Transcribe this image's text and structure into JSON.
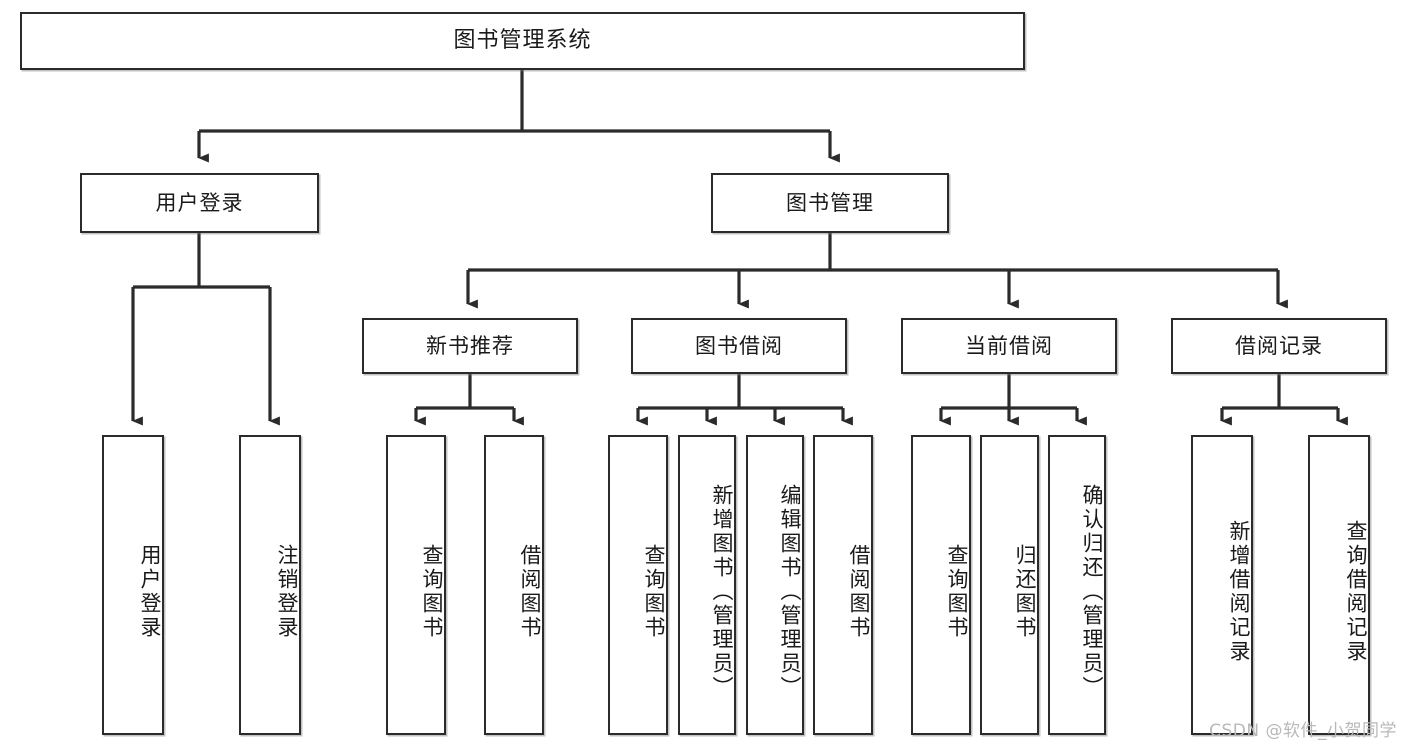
{
  "diagram": {
    "title": "图书管理系统",
    "watermark": "CSDN @软件_小贺同学",
    "stroke_color": "#2b2b2b",
    "fill_color": "#ffffff",
    "text_color": "#1a1a1a",
    "watermark_color": "#b9b9b9"
  },
  "nodes": {
    "root": {
      "label": "图书管理系统"
    },
    "level2": [
      {
        "id": "user-login",
        "label": "用户登录"
      },
      {
        "id": "book-management",
        "label": "图书管理"
      }
    ],
    "level3": [
      {
        "id": "new-book-recommend",
        "label": "新书推荐"
      },
      {
        "id": "book-borrow",
        "label": "图书借阅"
      },
      {
        "id": "current-borrow",
        "label": "当前借阅"
      },
      {
        "id": "borrow-record",
        "label": "借阅记录"
      }
    ],
    "leaves": {
      "user-login": [
        {
          "id": "leaf-user-login",
          "label": "用户登录"
        },
        {
          "id": "leaf-user-logout",
          "label": "注销登录"
        }
      ],
      "new-book-recommend": [
        {
          "id": "leaf-query-book-1",
          "label": "查询图书"
        },
        {
          "id": "leaf-borrow-book-1",
          "label": "借阅图书"
        }
      ],
      "book-borrow": [
        {
          "id": "leaf-query-book-2",
          "label": "查询图书"
        },
        {
          "id": "leaf-add-book",
          "label": "新增图书（管理员）"
        },
        {
          "id": "leaf-edit-book",
          "label": "编辑图书（管理员）"
        },
        {
          "id": "leaf-borrow-book-2",
          "label": "借阅图书"
        }
      ],
      "current-borrow": [
        {
          "id": "leaf-query-book-3",
          "label": "查询图书"
        },
        {
          "id": "leaf-return-book",
          "label": "归还图书"
        },
        {
          "id": "leaf-confirm-return",
          "label": "确认归还（管理员）"
        }
      ],
      "borrow-record": [
        {
          "id": "leaf-add-record",
          "label": "新增借阅记录"
        },
        {
          "id": "leaf-query-record",
          "label": "查询借阅记录"
        }
      ]
    }
  }
}
